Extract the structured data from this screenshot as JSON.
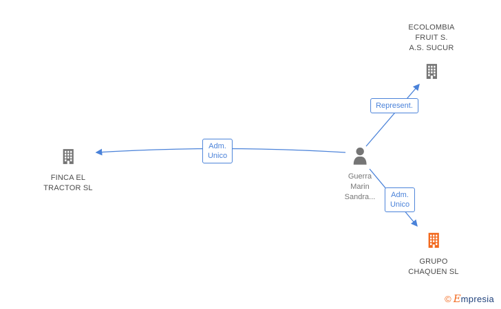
{
  "colors": {
    "edge": "#4a82d9",
    "gray_icon": "#757575",
    "orange": "#f2691e",
    "company_text": "#4a4a4a",
    "person_text": "#757575",
    "brand_blue": "#1d3f7a"
  },
  "nodes": {
    "ecolombia": {
      "type": "company",
      "lines": [
        "ECOLOMBIA",
        "FRUIT S.",
        "A.S. SUCUR"
      ]
    },
    "finca": {
      "type": "company",
      "lines": [
        "FINCA EL",
        "TRACTOR  SL"
      ]
    },
    "guerra": {
      "type": "person",
      "lines": [
        "Guerra",
        "Marin",
        "Sandra..."
      ]
    },
    "grupo": {
      "type": "company",
      "lines": [
        "GRUPO",
        "CHAQUEN  SL"
      ]
    }
  },
  "edges": [
    {
      "from": "guerra",
      "to": "ecolombia",
      "label": "Represent."
    },
    {
      "from": "guerra",
      "to": "finca",
      "label_lines": [
        "Adm.",
        "Unico"
      ]
    },
    {
      "from": "guerra",
      "to": "grupo",
      "label_lines": [
        "Adm.",
        "Unico"
      ]
    }
  ],
  "footer": {
    "copyright": "©",
    "brand_initial": "E",
    "brand_rest": "mpresia"
  }
}
